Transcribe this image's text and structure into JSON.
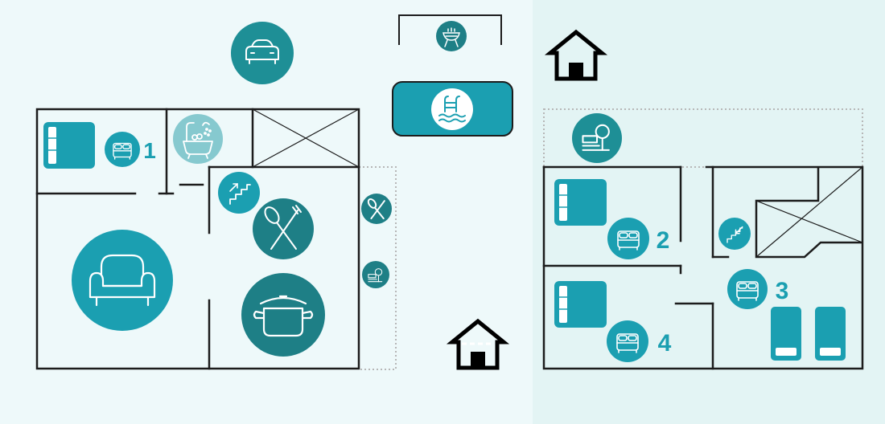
{
  "colors": {
    "background_left": "#eef9fa",
    "background_right": "#e3f4f4",
    "wall": "#1c1c1c",
    "teal": "#1b9fb1",
    "teal_dark": "#1e7f86",
    "teal_mid": "#2a8f96",
    "teal_light": "#86c9cf",
    "dotted": "#b7b7b7"
  },
  "room_numbers": {
    "room_1": "1",
    "room_2": "2",
    "room_3": "3",
    "room_4": "4"
  },
  "icons": [
    "car-icon",
    "barbecue-icon",
    "swimming-pool-icon",
    "house-icon",
    "garden-terrace-icon",
    "bathtub-icon",
    "bed-icon",
    "stairs-up-icon",
    "stairs-down-icon",
    "dining-icon",
    "cooking-pot-icon",
    "armchair-icon",
    "single-bed-icon",
    "double-bed-icon"
  ]
}
